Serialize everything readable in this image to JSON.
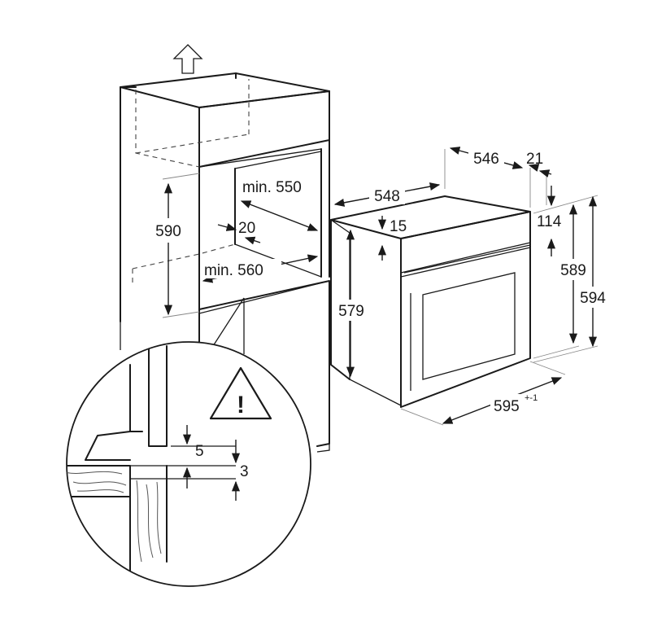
{
  "cabinet": {
    "height_label": "590",
    "depth_label": "min. 550",
    "gap_label": "20",
    "width_label": "min. 560"
  },
  "oven": {
    "depth_total_label": "546",
    "front_offset_label": "21",
    "depth_body_label": "548",
    "body_height_label": "579",
    "top_offset_label": "15",
    "panel_height_label": "114",
    "front_height_label": "589",
    "total_height_label": "594",
    "width_label": "595",
    "width_tolerance": "+-1"
  },
  "detail": {
    "gap_label": "5",
    "floor_label": "3",
    "warning_symbol": "!"
  },
  "icons": {
    "up_arrow": "up-arrow-icon",
    "warning": "warning-triangle-icon"
  }
}
